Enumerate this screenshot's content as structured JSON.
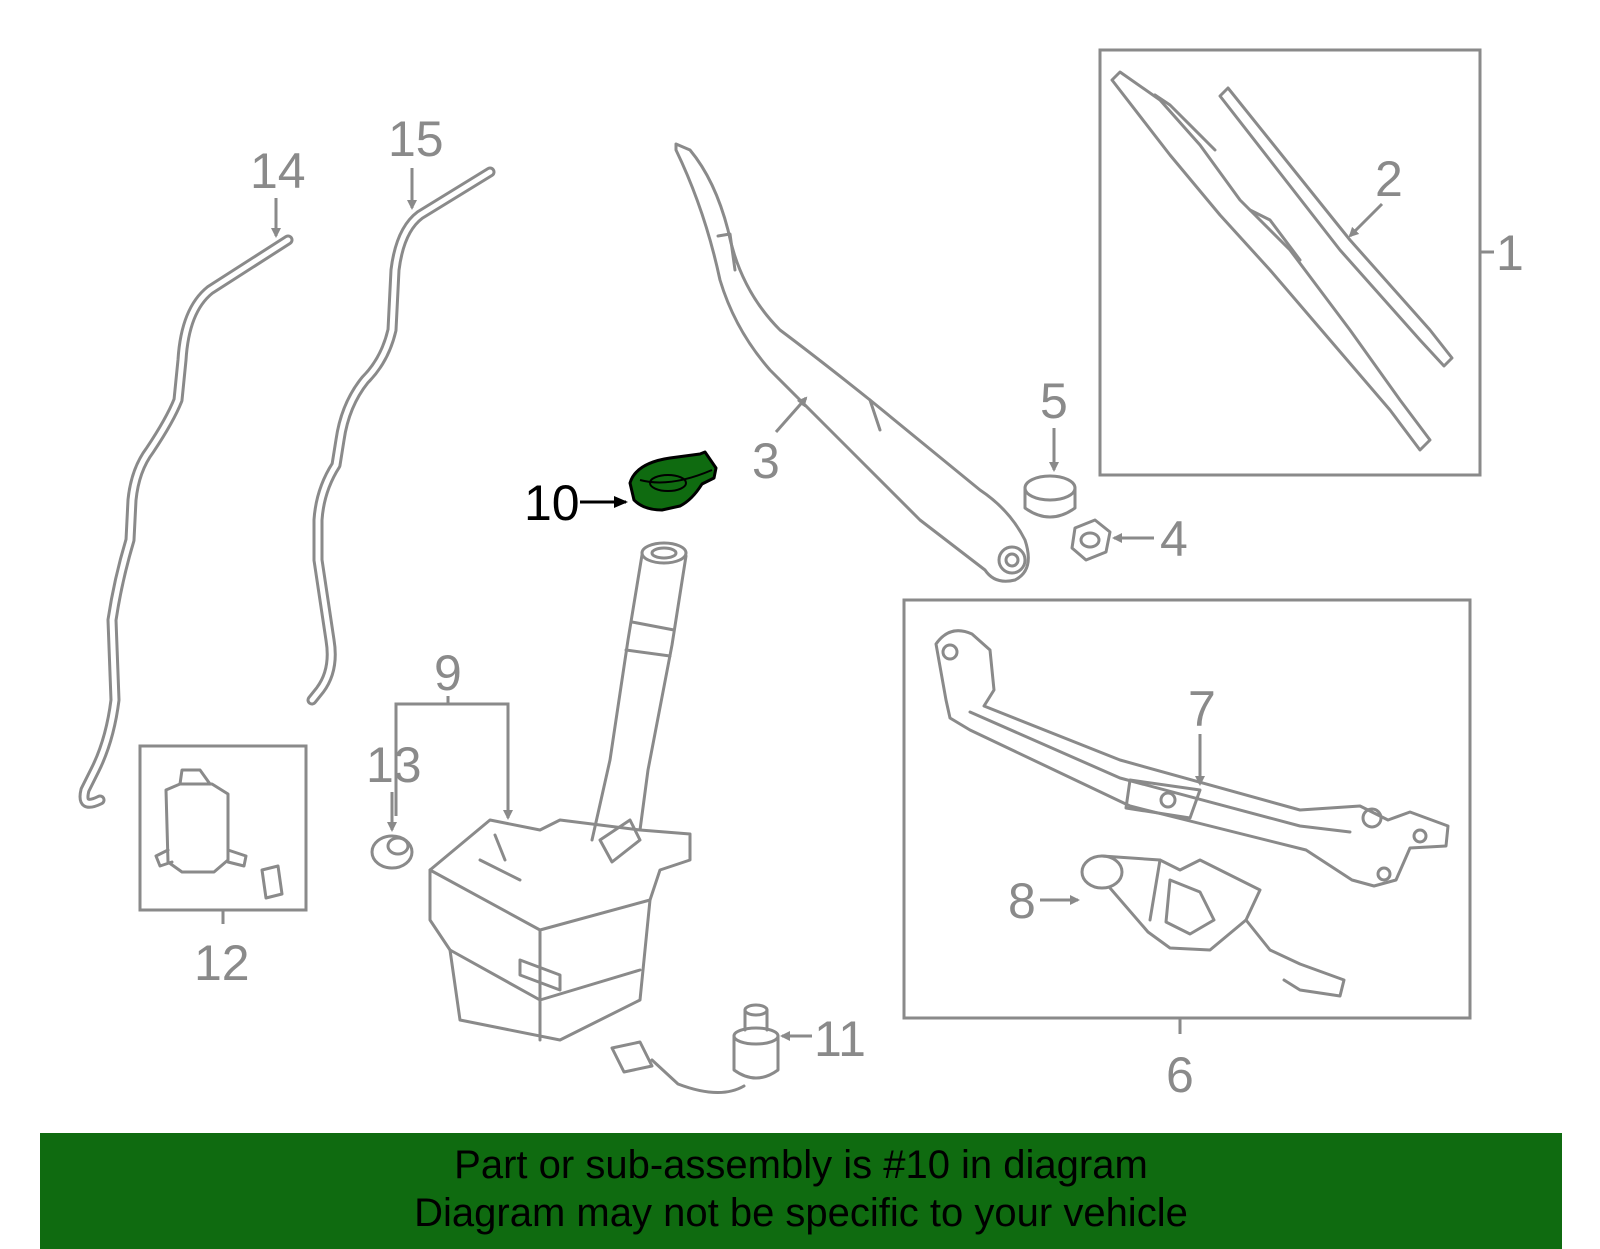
{
  "callouts": {
    "n1": "1",
    "n2": "2",
    "n3": "3",
    "n4": "4",
    "n5": "5",
    "n6": "6",
    "n7": "7",
    "n8": "8",
    "n9": "9",
    "n10": "10",
    "n11": "11",
    "n12": "12",
    "n13": "13",
    "n14": "14",
    "n15": "15"
  },
  "highlighted_part": "10",
  "colors": {
    "line_art": "#8a8a8a",
    "highlight_fill": "#0f6b10",
    "banner_bg": "#0f6b10",
    "banner_text": "#000000"
  },
  "banner": {
    "line1": "Part or sub-assembly is #10 in diagram",
    "line2": "Diagram may not be specific to your vehicle"
  }
}
